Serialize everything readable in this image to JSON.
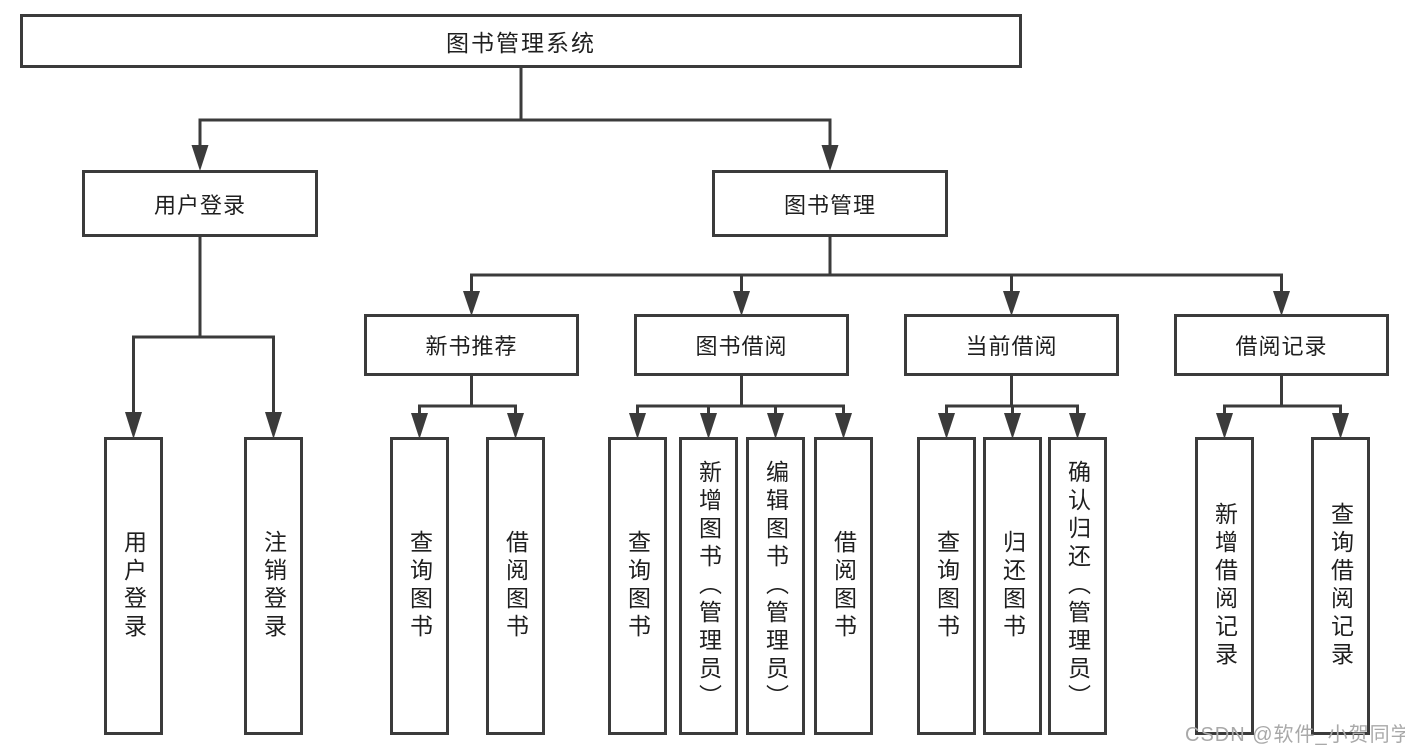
{
  "diagram": {
    "root": "图书管理系统",
    "user": {
      "label": "用户登录",
      "children": {
        "login": "用户登录",
        "logout": "注销登录"
      }
    },
    "books": {
      "label": "图书管理",
      "recommend": {
        "label": "新书推荐",
        "children": {
          "query": "查询图书",
          "borrow": "借阅图书"
        }
      },
      "borrow": {
        "label": "图书借阅",
        "children": {
          "query": "查询图书",
          "add": "新增图书（管理员）",
          "edit": "编辑图书（管理员）",
          "borrow": "借阅图书"
        }
      },
      "current": {
        "label": "当前借阅",
        "children": {
          "query": "查询图书",
          "return": "归还图书",
          "confirm": "确认归还（管理员）"
        }
      },
      "records": {
        "label": "借阅记录",
        "children": {
          "add": "新增借阅记录",
          "query": "查询借阅记录"
        }
      }
    }
  },
  "watermark": "CSDN @软件_小贺同学",
  "colors": {
    "line": "#3b3b3b",
    "text": "#1f1f1f",
    "box_background": "#ffffff",
    "watermark": "#a9a9a9",
    "background": "#ffffff"
  }
}
